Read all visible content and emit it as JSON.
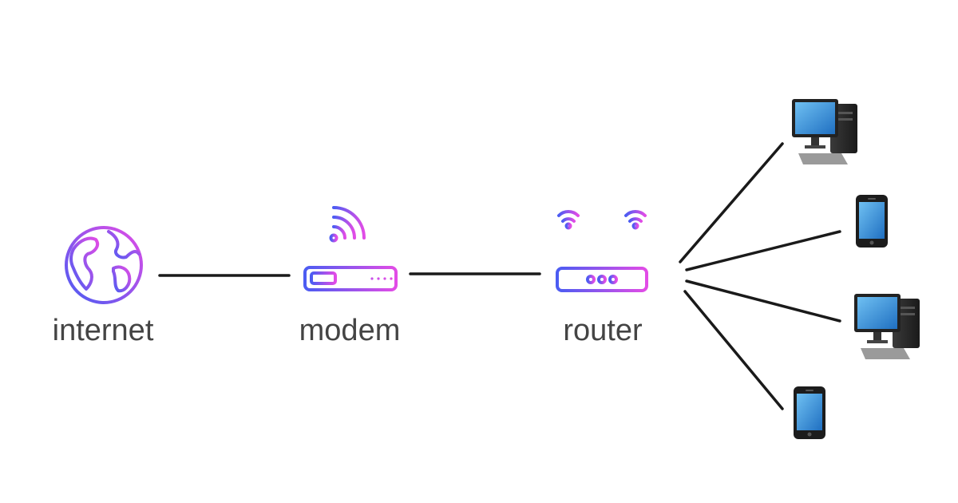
{
  "nodes": {
    "internet": {
      "label": "internet"
    },
    "modem": {
      "label": "modem"
    },
    "router": {
      "label": "router"
    }
  },
  "devices": [
    {
      "kind": "desktop-computer"
    },
    {
      "kind": "smartphone"
    },
    {
      "kind": "desktop-computer"
    },
    {
      "kind": "smartphone"
    }
  ],
  "colors": {
    "gradient_start": "#4b5cf2",
    "gradient_end": "#e24ce6",
    "connector": "#1a1a1a",
    "label": "#444444",
    "screen": "#3a8fd6"
  },
  "icons": {
    "internet": "globe-icon",
    "modem": "modem-icon",
    "router": "router-icon",
    "desktop": "desktop-computer-icon",
    "phone": "smartphone-icon"
  }
}
